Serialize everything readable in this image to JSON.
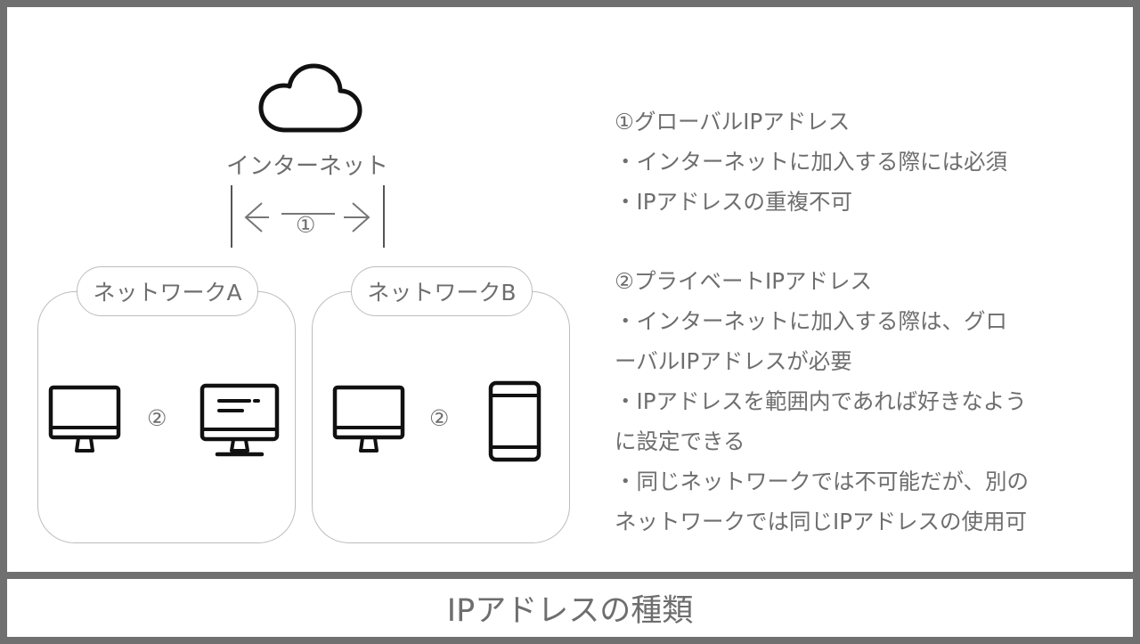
{
  "diagram": {
    "internet_label": "インターネット",
    "link_global_num": "①",
    "network_a": {
      "label": "ネットワークA",
      "link_num": "②"
    },
    "network_b": {
      "label": "ネットワークB",
      "link_num": "②"
    }
  },
  "description": {
    "global": {
      "heading": "①グローバルIPアドレス",
      "lines": [
        "・インターネットに加入する際には必須",
        "・IPアドレスの重複不可"
      ]
    },
    "private": {
      "heading": "②プライベートIPアドレス",
      "lines": [
        "・インターネットに加入する際は、グロ",
        "ーバルIPアドレスが必要",
        "・IPアドレスを範囲内であれば好きなよう",
        "に設定できる",
        "・同じネットワークでは不可能だが、別の",
        "ネットワークでは同じIPアドレスの使用可"
      ]
    }
  },
  "caption": "IPアドレスの種類",
  "colors": {
    "frame": "#707070",
    "text": "#6e6e6e",
    "border": "#bdbdbd",
    "icon": "#111111"
  }
}
